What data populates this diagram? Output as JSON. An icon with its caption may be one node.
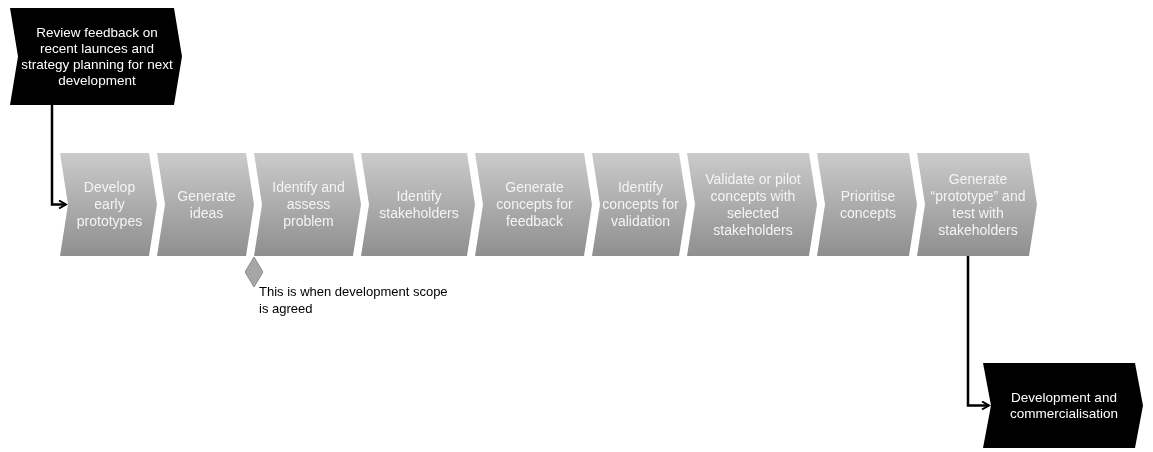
{
  "diagram": {
    "nodes": [
      {
        "text": [
          "Review feedback on recent launces and strategy planning for next development"
        ]
      },
      {
        "text": [
          "Develop early prototypes"
        ]
      },
      {
        "text": [
          "Generate ideas"
        ]
      },
      {
        "text": [
          "Identify and assess problem"
        ]
      },
      {
        "text": [
          "Identify stakeholders"
        ]
      },
      {
        "text": [
          "Generate concepts for feedback"
        ]
      },
      {
        "text": [
          "Identify concepts for validation"
        ]
      },
      {
        "text": [
          "Validate or pilot concepts with selected stakeholders"
        ]
      },
      {
        "text": [
          "Prioritise concepts"
        ]
      },
      {
        "text": [
          "Generate “prototype” and test with stakeholders"
        ]
      },
      {
        "text": [
          "Development and commercialisation"
        ]
      },
      {
        "text": [],
        "shape": "diamond",
        "beside": [
          "This is when development scope is agreed"
        ]
      }
    ],
    "edges": [
      {
        "from": 0,
        "to": 1,
        "arrow": "to"
      },
      {
        "from": 9,
        "to": 10,
        "arrow": "to"
      }
    ]
  }
}
